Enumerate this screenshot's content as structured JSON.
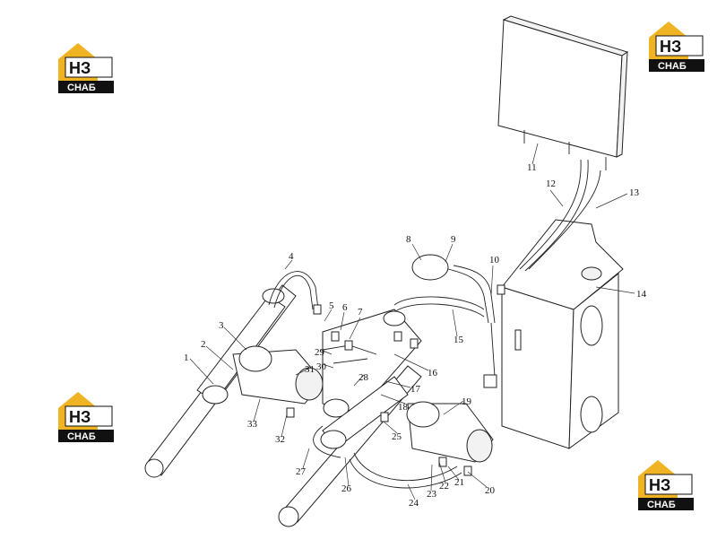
{
  "logo": {
    "mark": "НЗ",
    "word": "СНАБ",
    "color_gold": "#f0b323",
    "color_black": "#111111"
  },
  "callouts": [
    "1",
    "2",
    "3",
    "4",
    "5",
    "6",
    "7",
    "8",
    "9",
    "10",
    "11",
    "12",
    "13",
    "14",
    "15",
    "16",
    "17",
    "18",
    "19",
    "20",
    "21",
    "22",
    "23",
    "24",
    "25",
    "26",
    "27",
    "28",
    "29",
    "30",
    "31",
    "32",
    "33"
  ]
}
